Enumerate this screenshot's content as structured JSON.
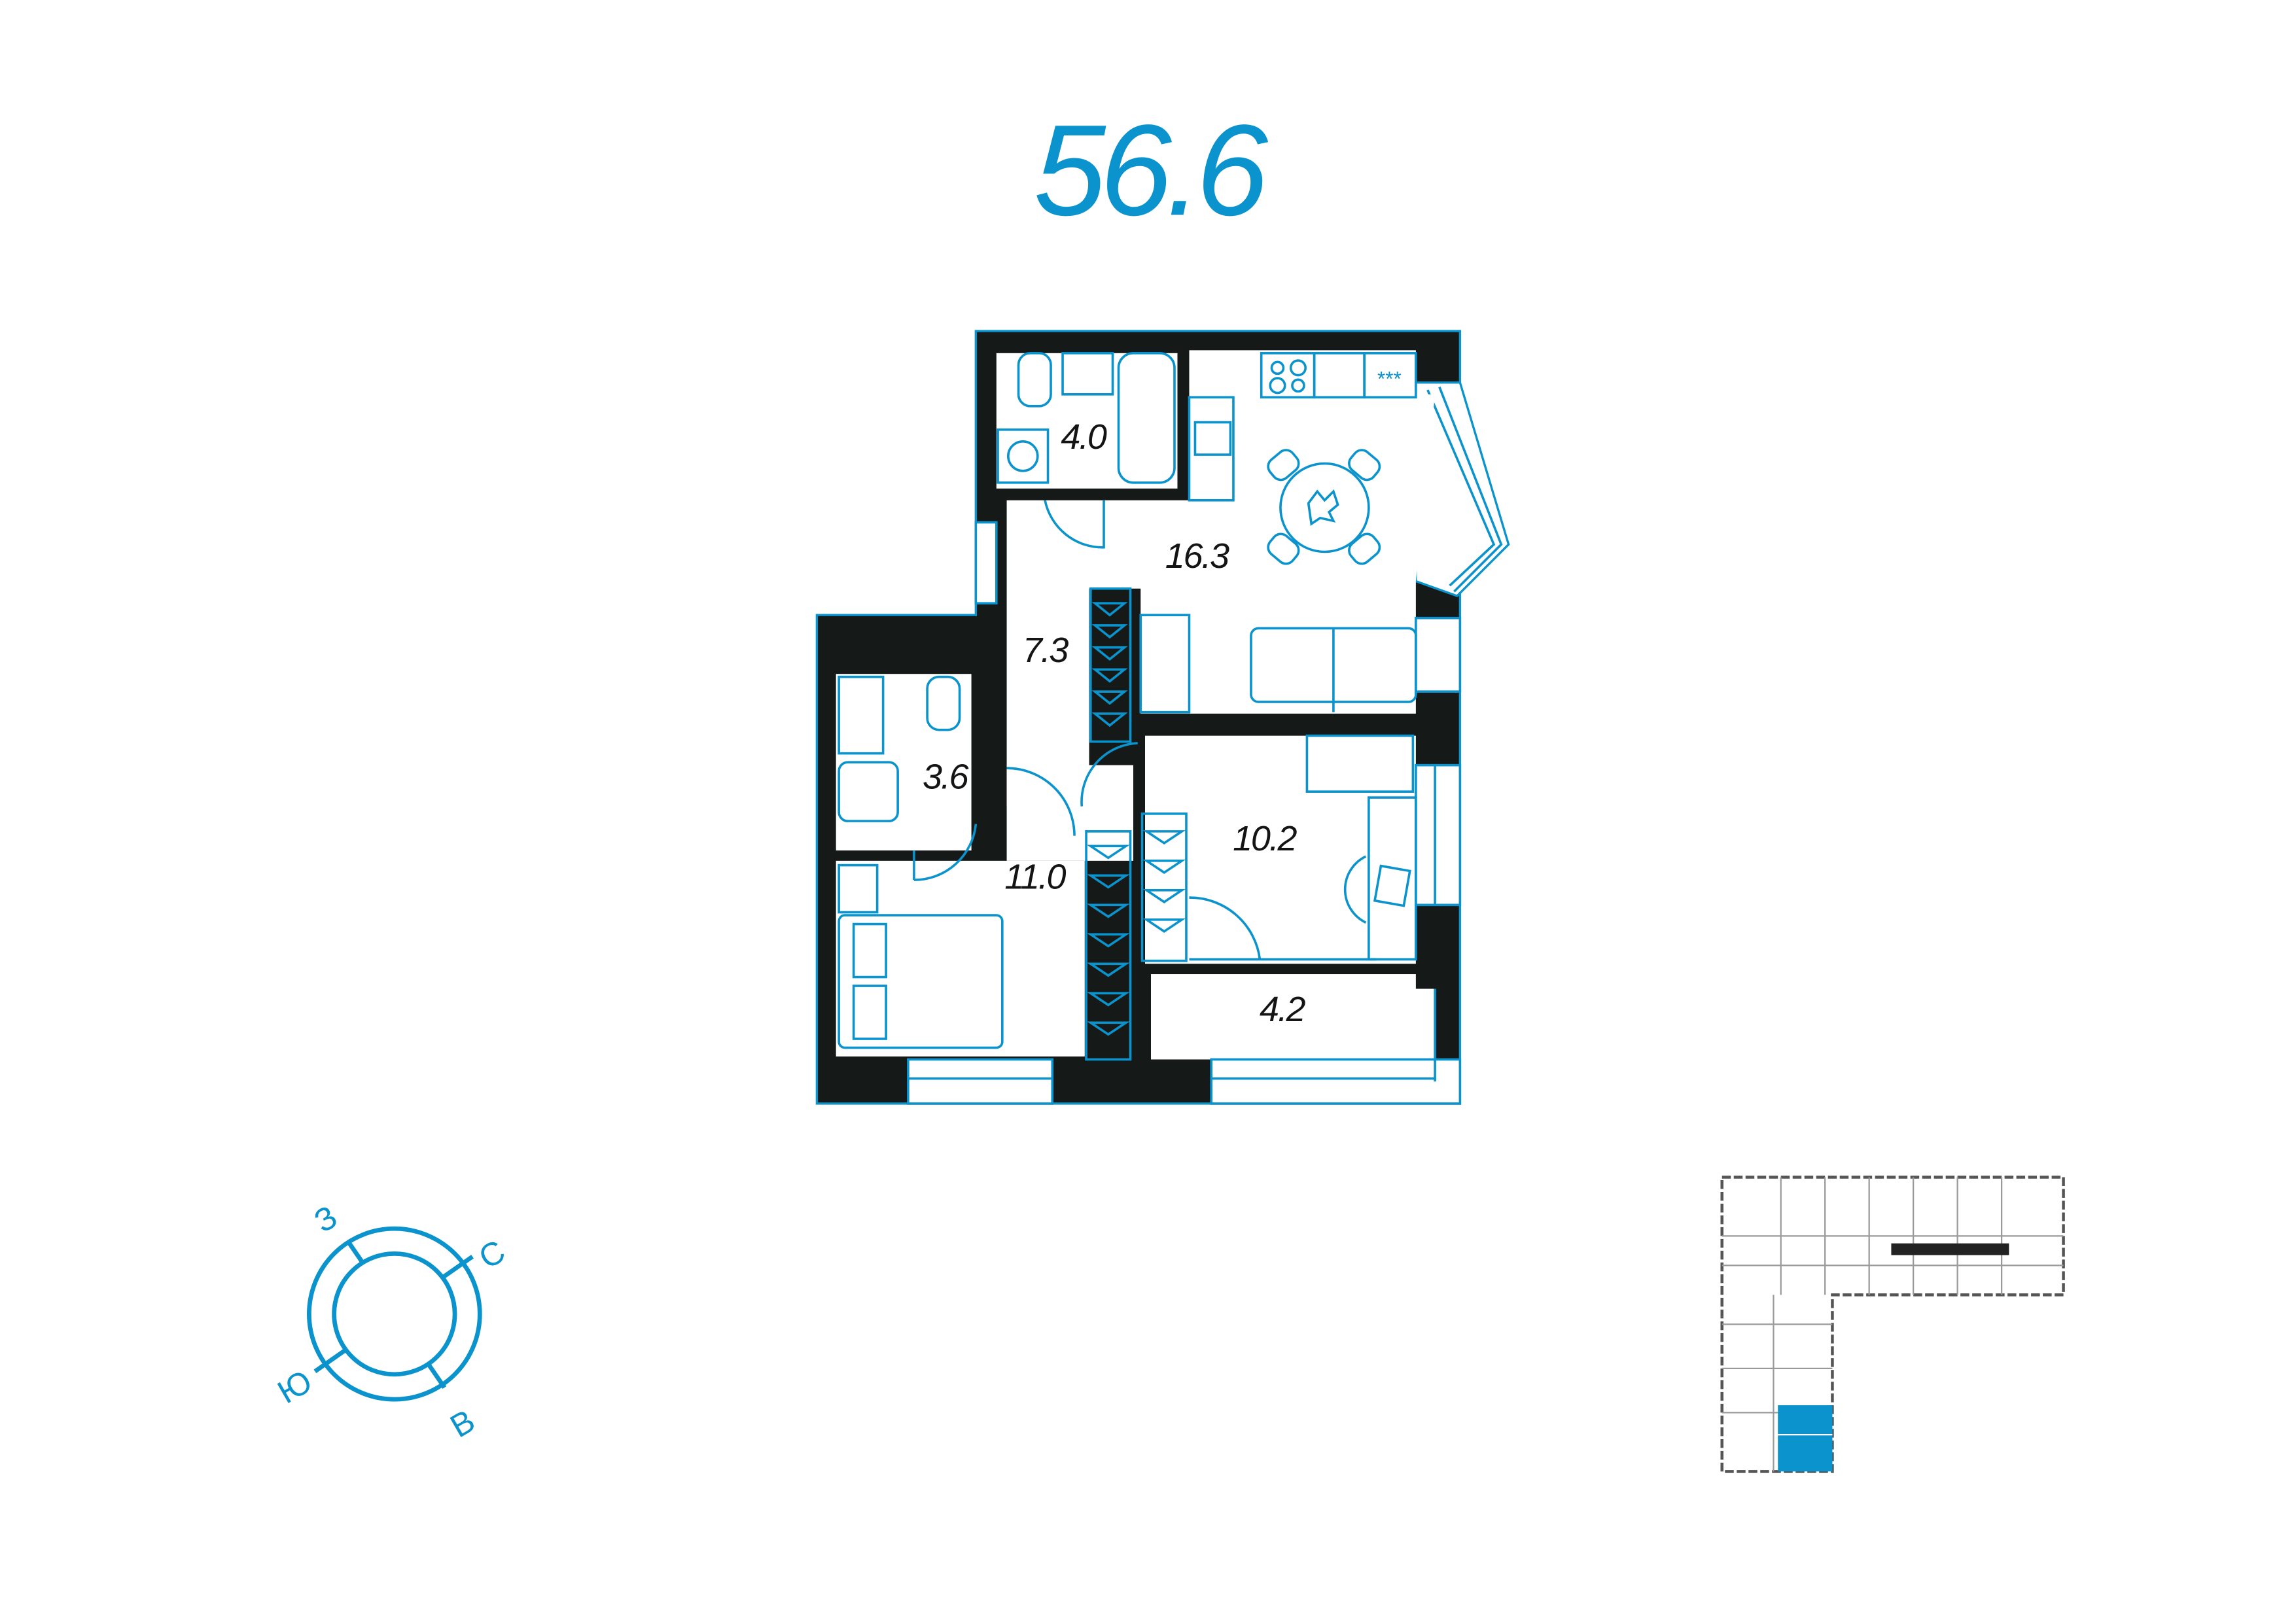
{
  "title": "56.6",
  "rooms": [
    {
      "name": "bathroom",
      "area": "4.0"
    },
    {
      "name": "kitchen-living",
      "area": "16.3"
    },
    {
      "name": "hallway",
      "area": "7.3"
    },
    {
      "name": "wc",
      "area": "3.6"
    },
    {
      "name": "bedroom",
      "area": "11.0"
    },
    {
      "name": "room",
      "area": "10.2"
    },
    {
      "name": "balcony",
      "area": "4.2"
    }
  ],
  "compass": {
    "north": "С",
    "east": "В",
    "south": "Ю",
    "west": "З"
  },
  "kitchen_fridge_mark": "***",
  "colors": {
    "accent": "#0a93cc",
    "wall": "#151a19",
    "keyplan": "#9a9a9a"
  }
}
